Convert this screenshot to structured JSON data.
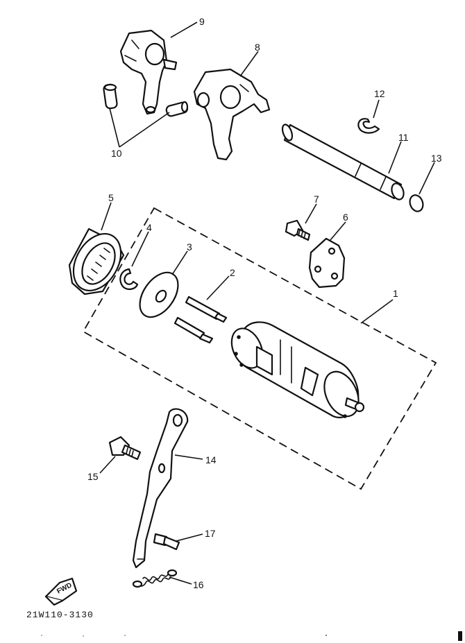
{
  "labels": {
    "p1": "1",
    "p2": "2",
    "p3": "3",
    "p4": "4",
    "p5": "5",
    "p6": "6",
    "p7": "7",
    "p8": "8",
    "p9": "9",
    "p10": "10",
    "p11": "11",
    "p12": "12",
    "p13": "13",
    "p14": "14",
    "p15": "15",
    "p16": "16",
    "p17": "17"
  },
  "fwd_arrow": "FWD",
  "diagram_code": "21W110-3130"
}
